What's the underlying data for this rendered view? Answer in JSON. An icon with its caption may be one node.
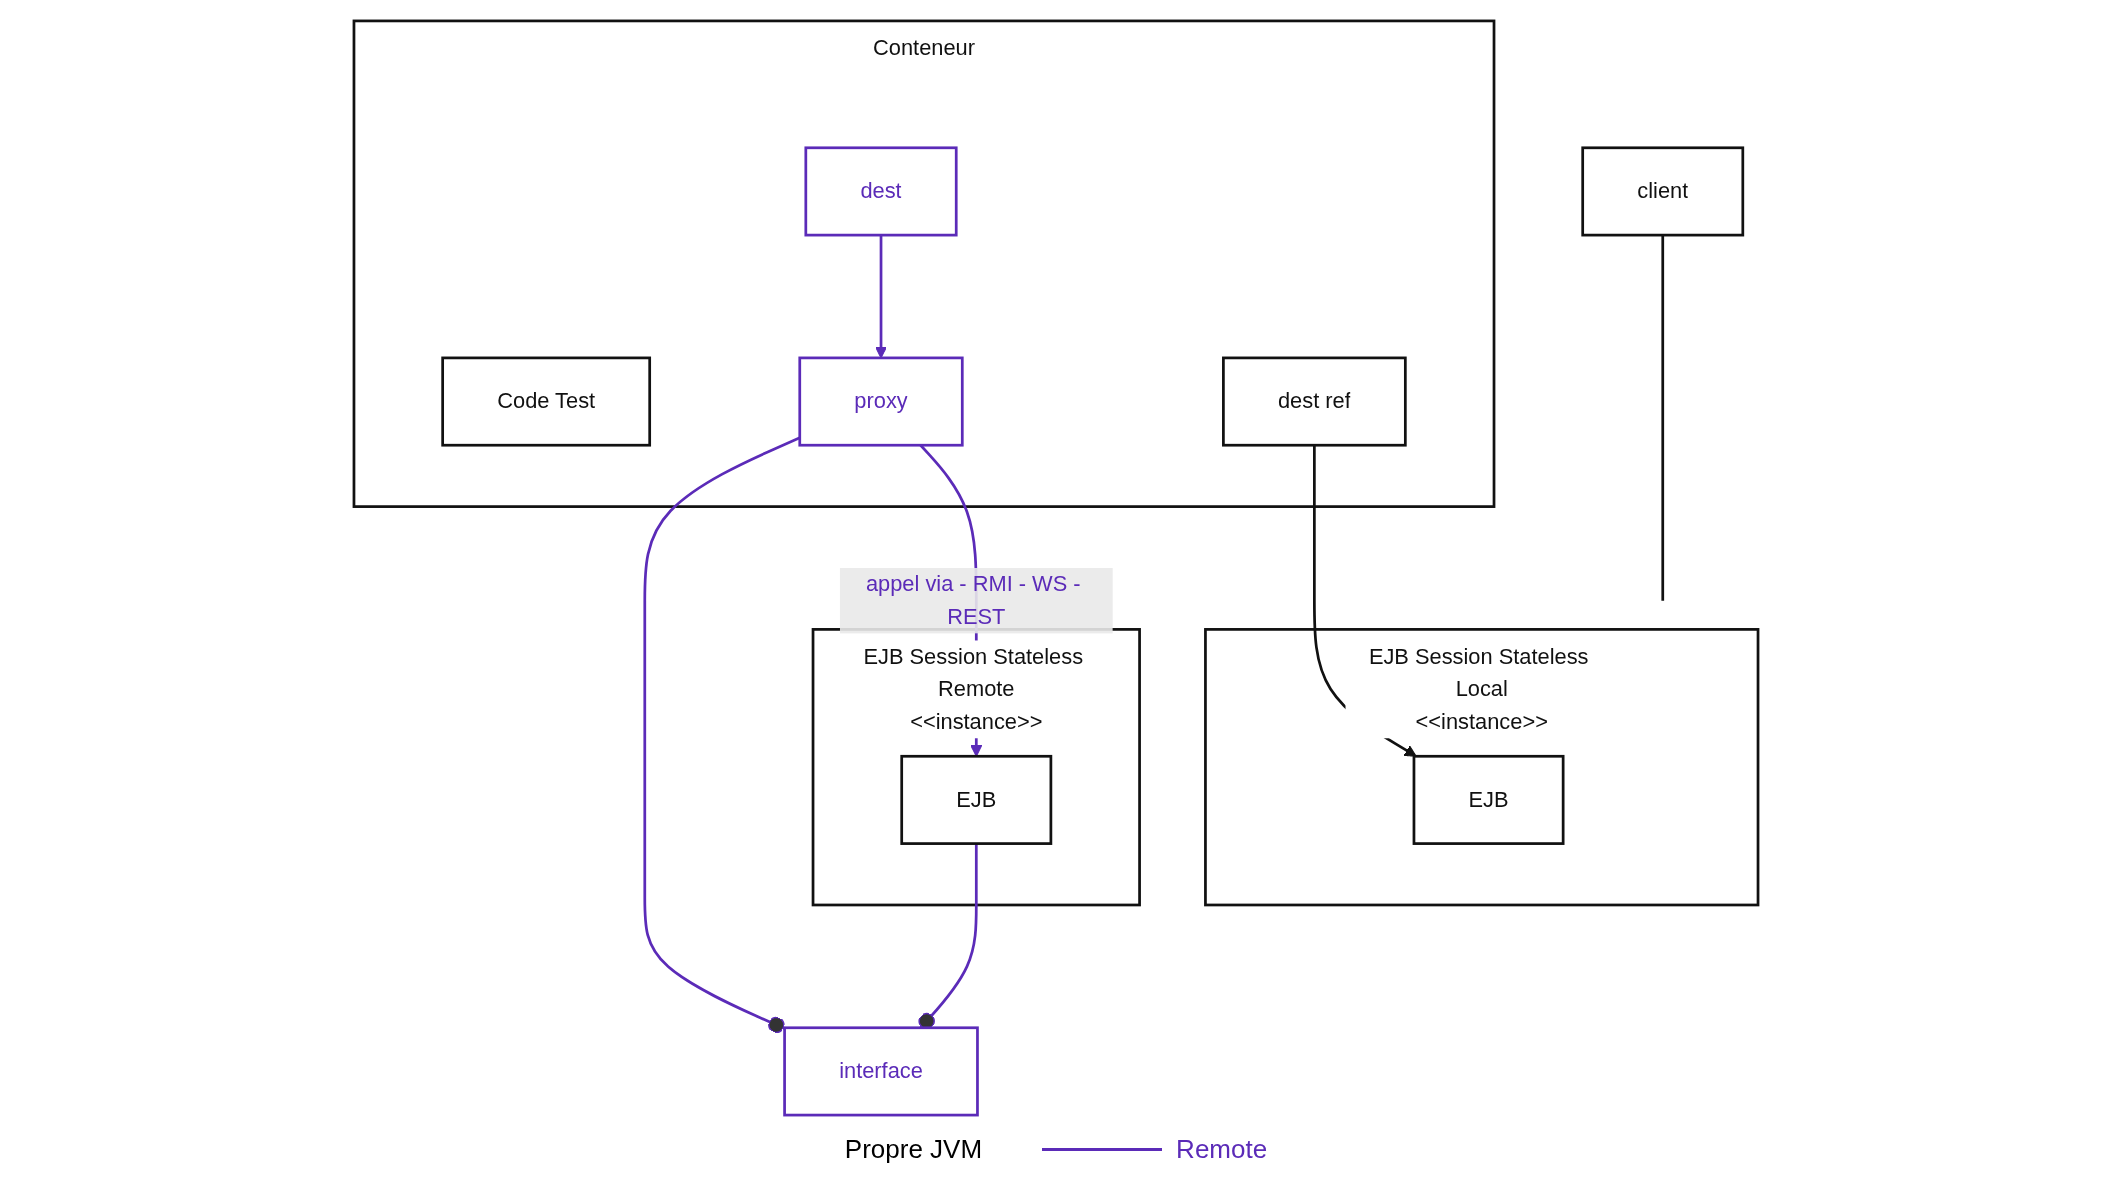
{
  "diagram": {
    "nodes": [
      {
        "text": [
          "interface"
        ]
      },
      {
        "text": [
          "client"
        ]
      },
      {
        "text": [
          "Conteneur"
        ]
      },
      {
        "text": [
          "Code Test"
        ],
        "in": 2
      },
      {
        "text": [
          "dest"
        ],
        "in": 2
      },
      {
        "text": [
          "proxy"
        ],
        "in": 2
      },
      {
        "text": [
          "dest ref"
        ],
        "in": 2
      },
      {
        "text": [
          "EJB Session Stateless Local",
          "<<instance>>"
        ]
      },
      {
        "text": [
          "EJB"
        ],
        "in": 7
      },
      {
        "text": [
          "EJB Session Stateless Remote",
          "<<instance>>"
        ]
      },
      {
        "text": [
          "EJB"
        ],
        "in": 9
      }
    ],
    "edges": [
      {
        "from": 4,
        "to": 5,
        "arrow": "to"
      },
      {
        "from": 6,
        "to": 8,
        "arrow": "to",
        "color": "#111111"
      },
      {
        "from": 5,
        "to": 0,
        "arrow": "other"
      },
      {
        "from": 10,
        "to": 0,
        "arrow": "other"
      },
      {
        "from": 5,
        "to": 10,
        "arrow": "to",
        "label": "appel via - RMI - WS - REST"
      },
      {
        "from": 1,
        "to": 7,
        "arrow": "none",
        "color": "#111111"
      }
    ],
    "labels": [
      "Propre JVM"
    ],
    "legend": [
      {
        "text": "Remote"
      }
    ]
  }
}
